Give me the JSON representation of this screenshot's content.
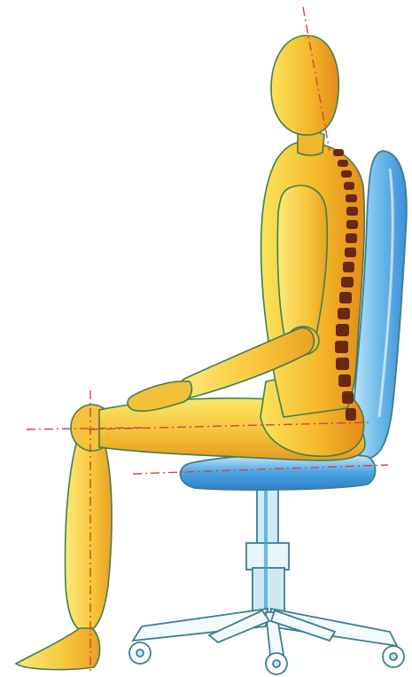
{
  "illustration": {
    "subject": "wooden-mannequin-seated-on-office-chair",
    "palette": {
      "body_light": "#fbe35c",
      "body_mid": "#f6b92a",
      "body_dark": "#e38b1a",
      "spine": "#6b2810",
      "chair_blue": "#3d9ee0",
      "chair_light": "#bfe6f7",
      "outline": "#3f7f4f",
      "guide_line": "#d3443f"
    },
    "chair_parts": [
      "backrest",
      "seat",
      "gas-column",
      "base-star",
      "casters"
    ],
    "guide_lines": [
      "head-vertical",
      "knee-horizontal",
      "thigh-axis",
      "seat-axis",
      "shin-axis"
    ]
  }
}
